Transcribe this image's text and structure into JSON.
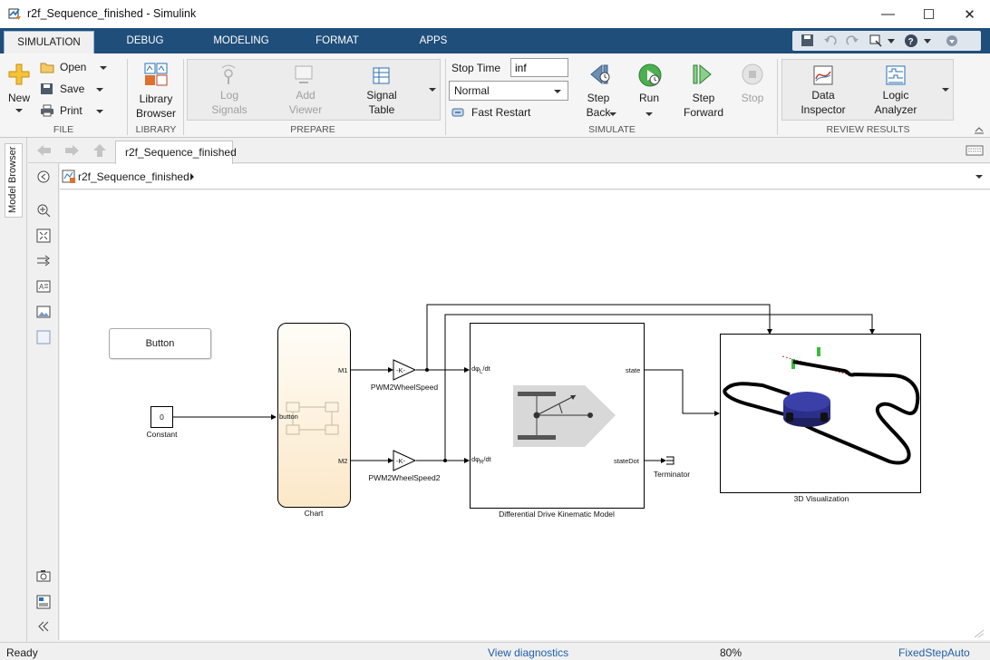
{
  "window": {
    "title": "r2f_Sequence_finished - Simulink",
    "min": "—",
    "max": "☐",
    "close": "✕"
  },
  "ribbon_tabs": [
    "SIMULATION",
    "DEBUG",
    "MODELING",
    "FORMAT",
    "APPS"
  ],
  "file_group": {
    "label": "FILE",
    "new": "New",
    "open": "Open",
    "save": "Save",
    "print": "Print"
  },
  "library_group": {
    "label": "LIBRARY",
    "library_browser_1": "Library",
    "library_browser_2": "Browser"
  },
  "prepare_group": {
    "label": "PREPARE",
    "log_signals_1": "Log",
    "log_signals_2": "Signals",
    "add_viewer_1": "Add",
    "add_viewer_2": "Viewer",
    "signal_table_1": "Signal",
    "signal_table_2": "Table"
  },
  "simulate_group": {
    "label": "SIMULATE",
    "stop_time_label": "Stop Time",
    "stop_time_value": "inf",
    "mode": "Normal",
    "fast_restart": "Fast Restart",
    "step_back_1": "Step",
    "step_back_2": "Back",
    "run": "Run",
    "step_forward_1": "Step",
    "step_forward_2": "Forward",
    "stop": "Stop"
  },
  "review_group": {
    "label": "REVIEW RESULTS",
    "data_inspector_1": "Data",
    "data_inspector_2": "Inspector",
    "logic_analyzer_1": "Logic",
    "logic_analyzer_2": "Analyzer"
  },
  "model_browser": "Model Browser",
  "document_tab": "r2f_Sequence_finished",
  "breadcrumb": "r2f_Sequence_finished",
  "diagram": {
    "button_block": "Button",
    "constant_value": "0",
    "constant_label": "Constant",
    "chart_label": "Chart",
    "chart_in_port": "button",
    "chart_out_1": "M1",
    "chart_out_2": "M2",
    "gain_text": "-K-",
    "gain1_label": "PWM2WheelSpeed",
    "gain2_label": "PWM2WheelSpeed2",
    "ddk_in_1_a": "dφ",
    "ddk_in_1_sub": "L",
    "ddk_in_1_b": "/dt",
    "ddk_in_2_a": "dφ",
    "ddk_in_2_sub": "R",
    "ddk_in_2_b": "/dt",
    "ddk_out_1": "state",
    "ddk_out_2": "stateDot",
    "ddk_label": "Differential Drive Kinematic Model",
    "terminator_label": "Terminator",
    "viz_label": "3D Visualization"
  },
  "status": {
    "ready": "Ready",
    "diagnostics": "View diagnostics",
    "zoom": "80%",
    "solver": "FixedStepAuto"
  },
  "colors": {
    "ribbon_tab_bg": "#1f4e7a",
    "chart_fill": "#fdf2df",
    "link": "#1f5fa8"
  }
}
